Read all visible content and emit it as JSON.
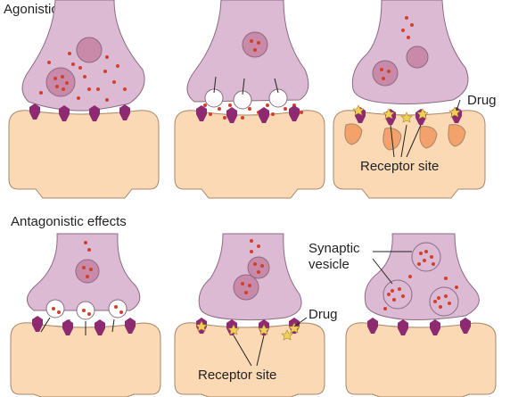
{
  "headings": {
    "agonistic": "Agonistic effects",
    "antagonistic": "Antagonistic effects"
  },
  "callouts": {
    "drug_top": "Drug",
    "receptor_site_top": "Receptor site",
    "synaptic_vesicle": "Synaptic\nvesicle",
    "drug_bottom": "Drug",
    "receptor_site_bottom": "Receptor site"
  },
  "colors": {
    "presynaptic": "#dcbad3",
    "presynaptic_outline": "#8a6b80",
    "vesicle": "#c98aaa",
    "neurotransmitter": "#d0402c",
    "postsynaptic": "#fbd9b4",
    "postsynaptic_outline": "#a6876a",
    "receptor": "#8d2a72",
    "receptor_base": "#a9b3d6",
    "drug": "#f1d05a",
    "blocked_receptor": "#f3a26b"
  }
}
